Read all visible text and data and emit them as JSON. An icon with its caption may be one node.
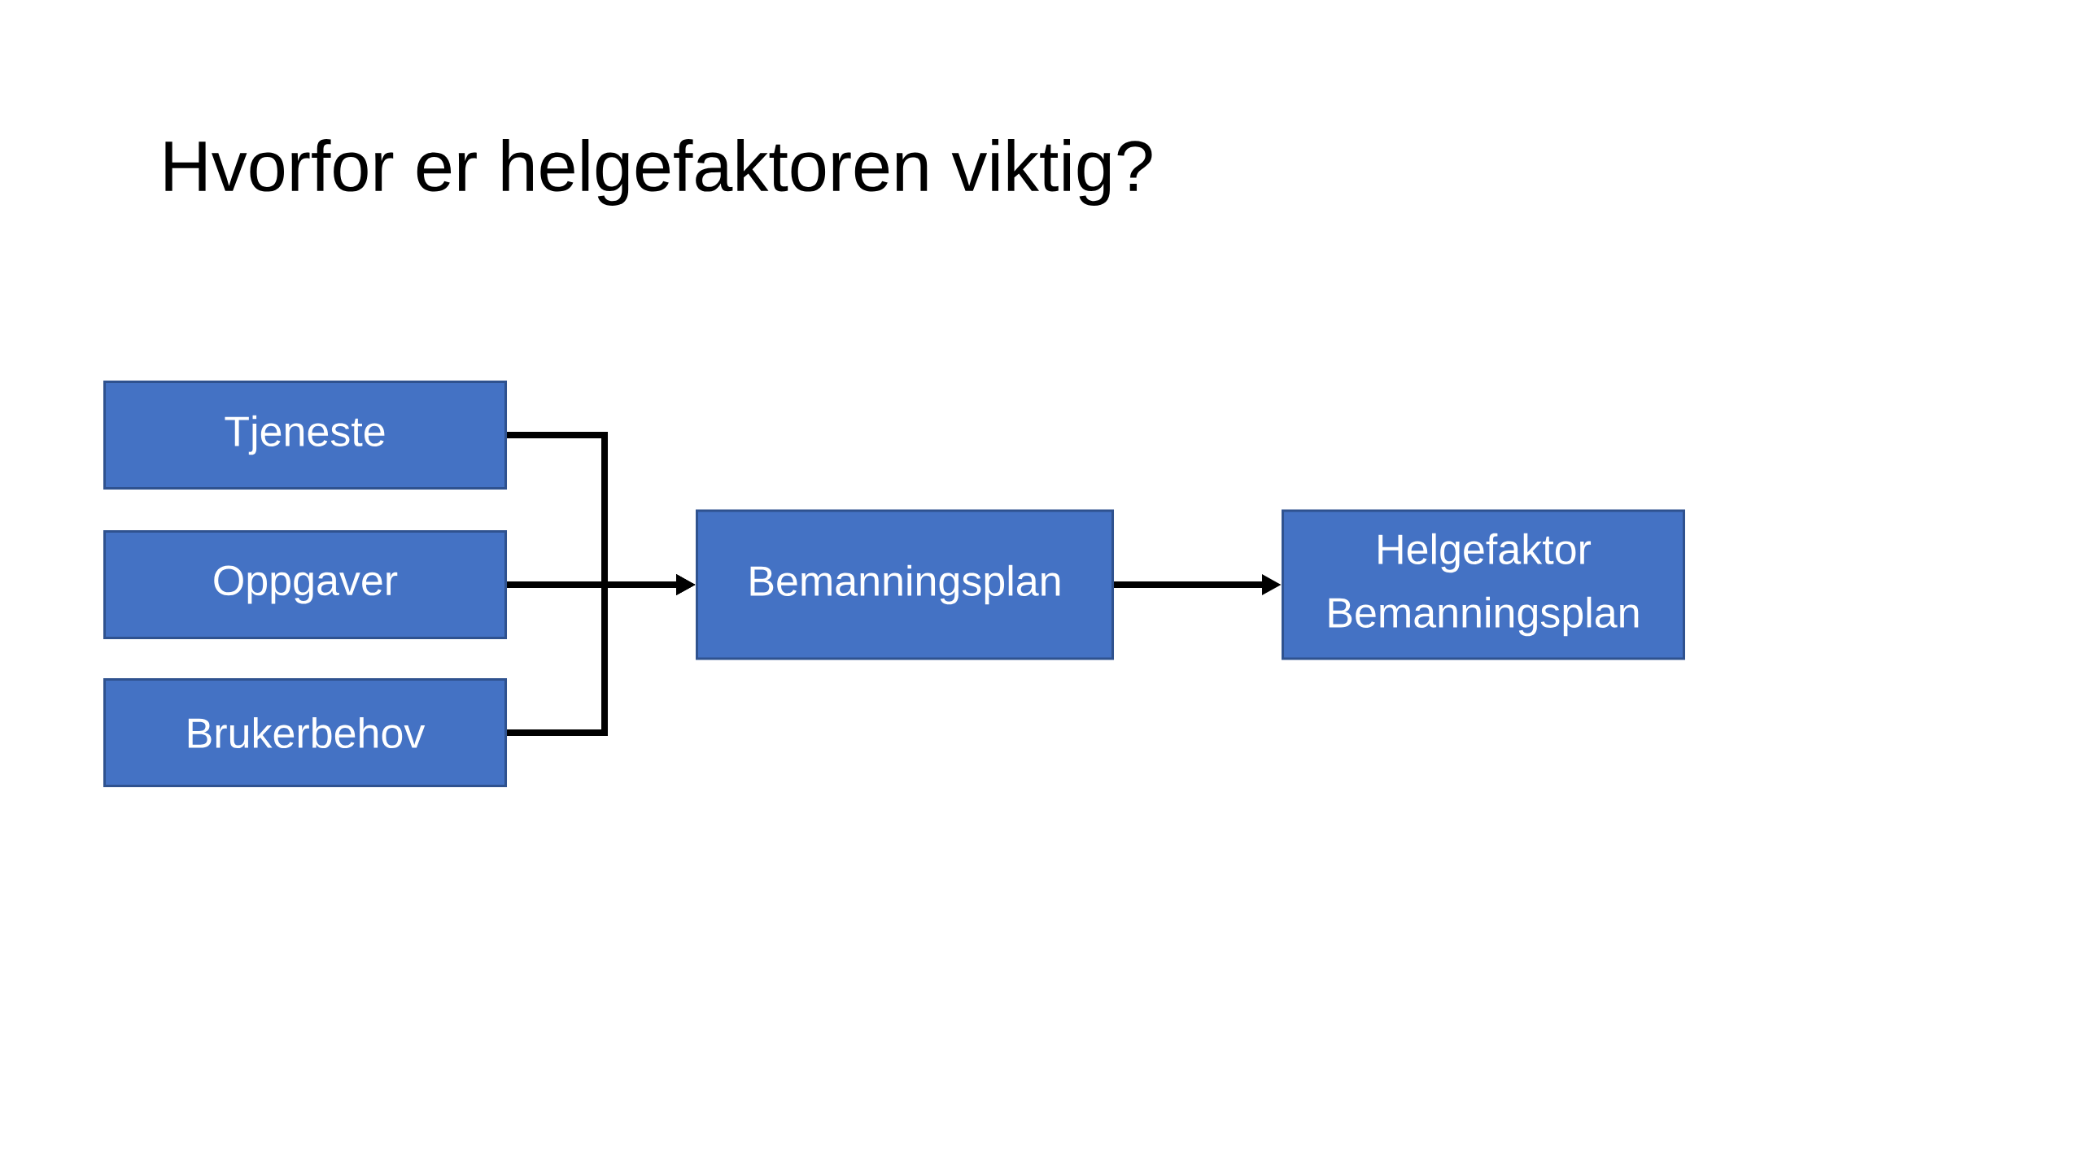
{
  "diagram": {
    "title": "Hvorfor er helgefaktoren viktig?",
    "nodes": [
      {
        "text": [
          "Tjeneste"
        ]
      },
      {
        "text": [
          "Oppgaver"
        ]
      },
      {
        "text": [
          "Brukerbehov"
        ]
      },
      {
        "text": [
          "Bemanningsplan"
        ]
      },
      {
        "text": [
          "Helgefaktor Bemanningsplan"
        ]
      }
    ],
    "edges": [
      {
        "from": 0,
        "to": 3,
        "arrow": "to"
      },
      {
        "from": 1,
        "to": 3,
        "arrow": "to"
      },
      {
        "from": 2,
        "to": 3,
        "arrow": "to"
      },
      {
        "from": 3,
        "to": 4,
        "arrow": "to"
      }
    ]
  }
}
